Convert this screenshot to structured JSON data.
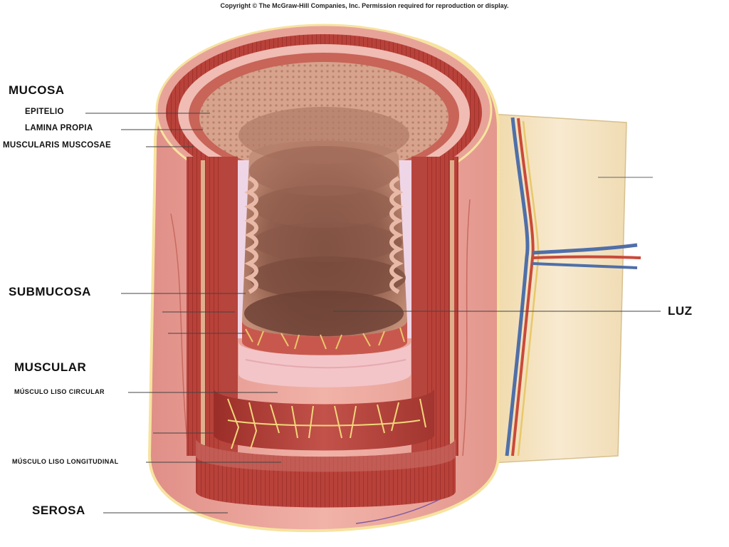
{
  "copyright": "Copyright © The McGraw-Hill Companies, Inc. Permission required for reproduction or display.",
  "labels": {
    "mucosa": "MUCOSA",
    "epitelio": "EPITELIO",
    "lamina_propia": "LAMINA PROPIA",
    "muscularis_muscosae": "MUSCULARIS MUSCOSAE",
    "submucosa": "SUBMUCOSA",
    "luz": "LUZ",
    "muscular": "MUSCULAR",
    "musculo_liso_circular": "MÚSCULO LISO CIRCULAR",
    "musculo_liso_longitudinal": "MÚSCULO LISO LONGITUDINAL",
    "serosa": "SEROSA"
  },
  "colors": {
    "serosa": "#e9a6a0",
    "muscle_outer": "#b9443c",
    "muscle_inner": "#a8332d",
    "submucosa": "#f3c5c8",
    "mucosa_surface": "#d9a58c",
    "lumen": "#8c5a4c",
    "mesentery": "#f4dfb6",
    "nerve": "#e8c86a",
    "vein": "#4f6fa8",
    "artery": "#c94a3a"
  }
}
